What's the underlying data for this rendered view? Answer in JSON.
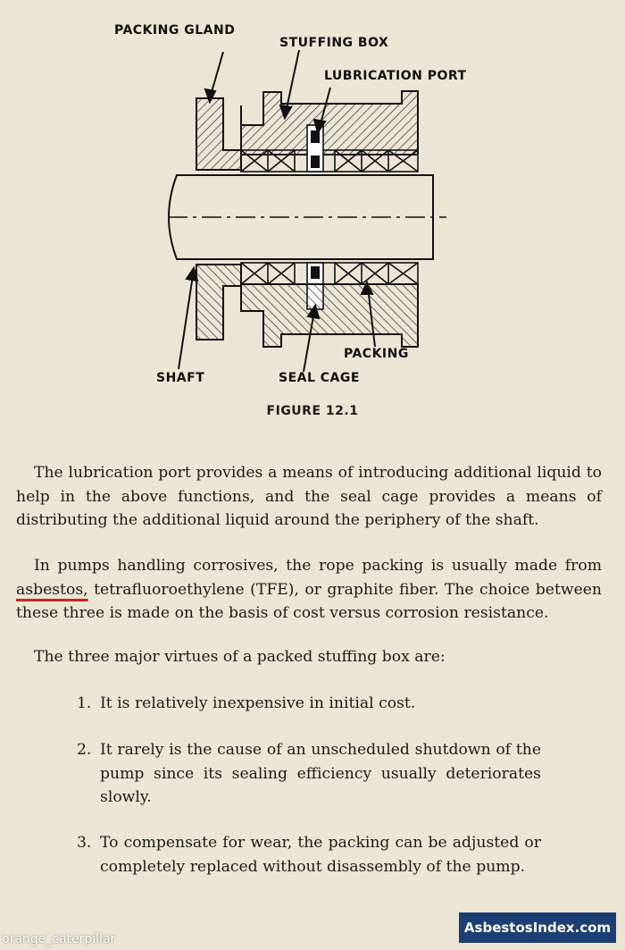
{
  "figure": {
    "labels": {
      "packing_gland": "PACKING GLAND",
      "stuffing_box": "STUFFING BOX",
      "lubrication_port": "LUBRICATION PORT",
      "shaft": "SHAFT",
      "packing": "PACKING",
      "seal_cage": "SEAL CAGE"
    },
    "caption": "FIGURE 12.1"
  },
  "body": {
    "paragraph1": "The lubrication port provides a means of introducing additional liquid to help in the above functions, and the seal cage provides a means of distributing the additional liquid around the periphery of the shaft.",
    "paragraph2_start": "In pumps handling corrosives, the rope packing is usually made from",
    "paragraph2_highlight": "asbestos,",
    "paragraph2_end": "tetrafluoroethylene (TFE), or graphite fiber.  The choice between these three is made on the basis of cost versus corrosion resistance.",
    "paragraph3": "The three major virtues of a packed stuffing box are:",
    "list": [
      {
        "num": "1.",
        "text": "It is relatively inexpensive in initial cost."
      },
      {
        "num": "2.",
        "text": "It rarely is the cause of an unscheduled shutdown of the pump since its sealing efficiency usually deteriorates slowly."
      },
      {
        "num": "3.",
        "text": "To compensate for wear, the packing can be adjusted or completely replaced without disassembly of the pump."
      }
    ]
  },
  "watermark": "orange_caterpillar",
  "brand_badge": "AsbestosIndex.com",
  "highlight_color": "#c8251d"
}
